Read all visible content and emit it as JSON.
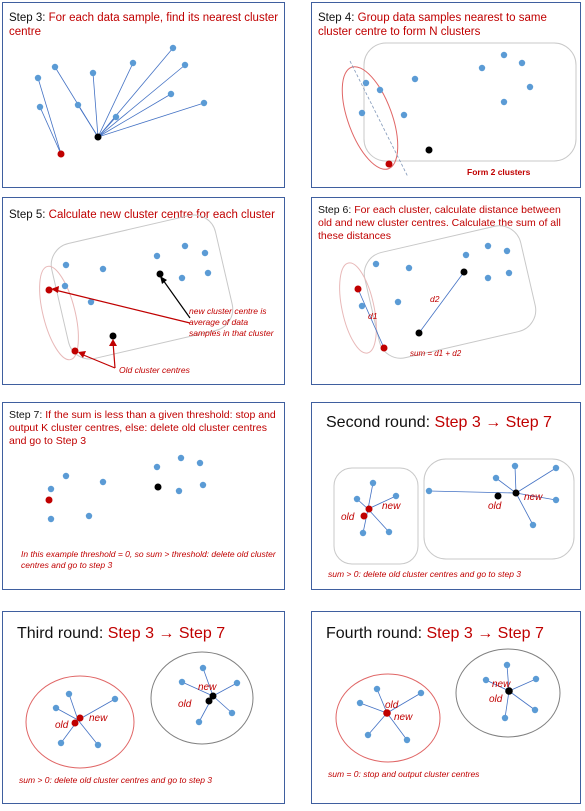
{
  "colors": {
    "point": "#5b9bd5",
    "red": "#c00000",
    "black": "#000000",
    "line": "#4472c4",
    "border": "#3f5f9f",
    "gray": "#bfbfbf",
    "pink": "#e06666"
  },
  "panels": {
    "p1": {
      "step": "Step 3: ",
      "text": "For each data sample, find its nearest cluster centre"
    },
    "p2": {
      "step": "Step 4: ",
      "text": "Group data samples nearest to same cluster centre to form N clusters",
      "annotation": "Form 2 clusters"
    },
    "p3": {
      "step": "Step 5: ",
      "text": "Calculate new cluster centre for each cluster",
      "annotation_new": "new cluster centre is average of data samples in that cluster",
      "annotation_old": "Old cluster centres"
    },
    "p4": {
      "step": "Step 6: ",
      "text": "For each cluster, calculate distance between old and new cluster centres. Calculate the sum of all these distances",
      "d1": "d1",
      "d2": "d2",
      "sum": "sum = d1 + d2"
    },
    "p5": {
      "step": "Step 7: ",
      "text": "If the sum is less than a given threshold: stop and output K cluster centres, else: delete old cluster centres and go to Step 3",
      "note": "In this example threshold = 0, so sum > threshold: delete old cluster centres and go to step 3"
    },
    "p6": {
      "round": "Second round: ",
      "steps": "Step 3 → Step 7",
      "old": "old",
      "new": "new",
      "old2": "old",
      "new2": "new",
      "note": "sum > 0: delete old cluster centres and go to step 3"
    },
    "p7": {
      "round": "Third round: ",
      "steps": "Step 3 → Step 7",
      "old": "old",
      "new": "new",
      "old2": "old",
      "new2": "new",
      "note": "sum > 0: delete old cluster centres and go to step 3"
    },
    "p8": {
      "round": "Fourth round: ",
      "steps": "Step 3 → Step 7",
      "old": "old",
      "new": "new",
      "old2": "old",
      "new2": "new",
      "note": "sum = 0: stop and output cluster centres"
    }
  }
}
